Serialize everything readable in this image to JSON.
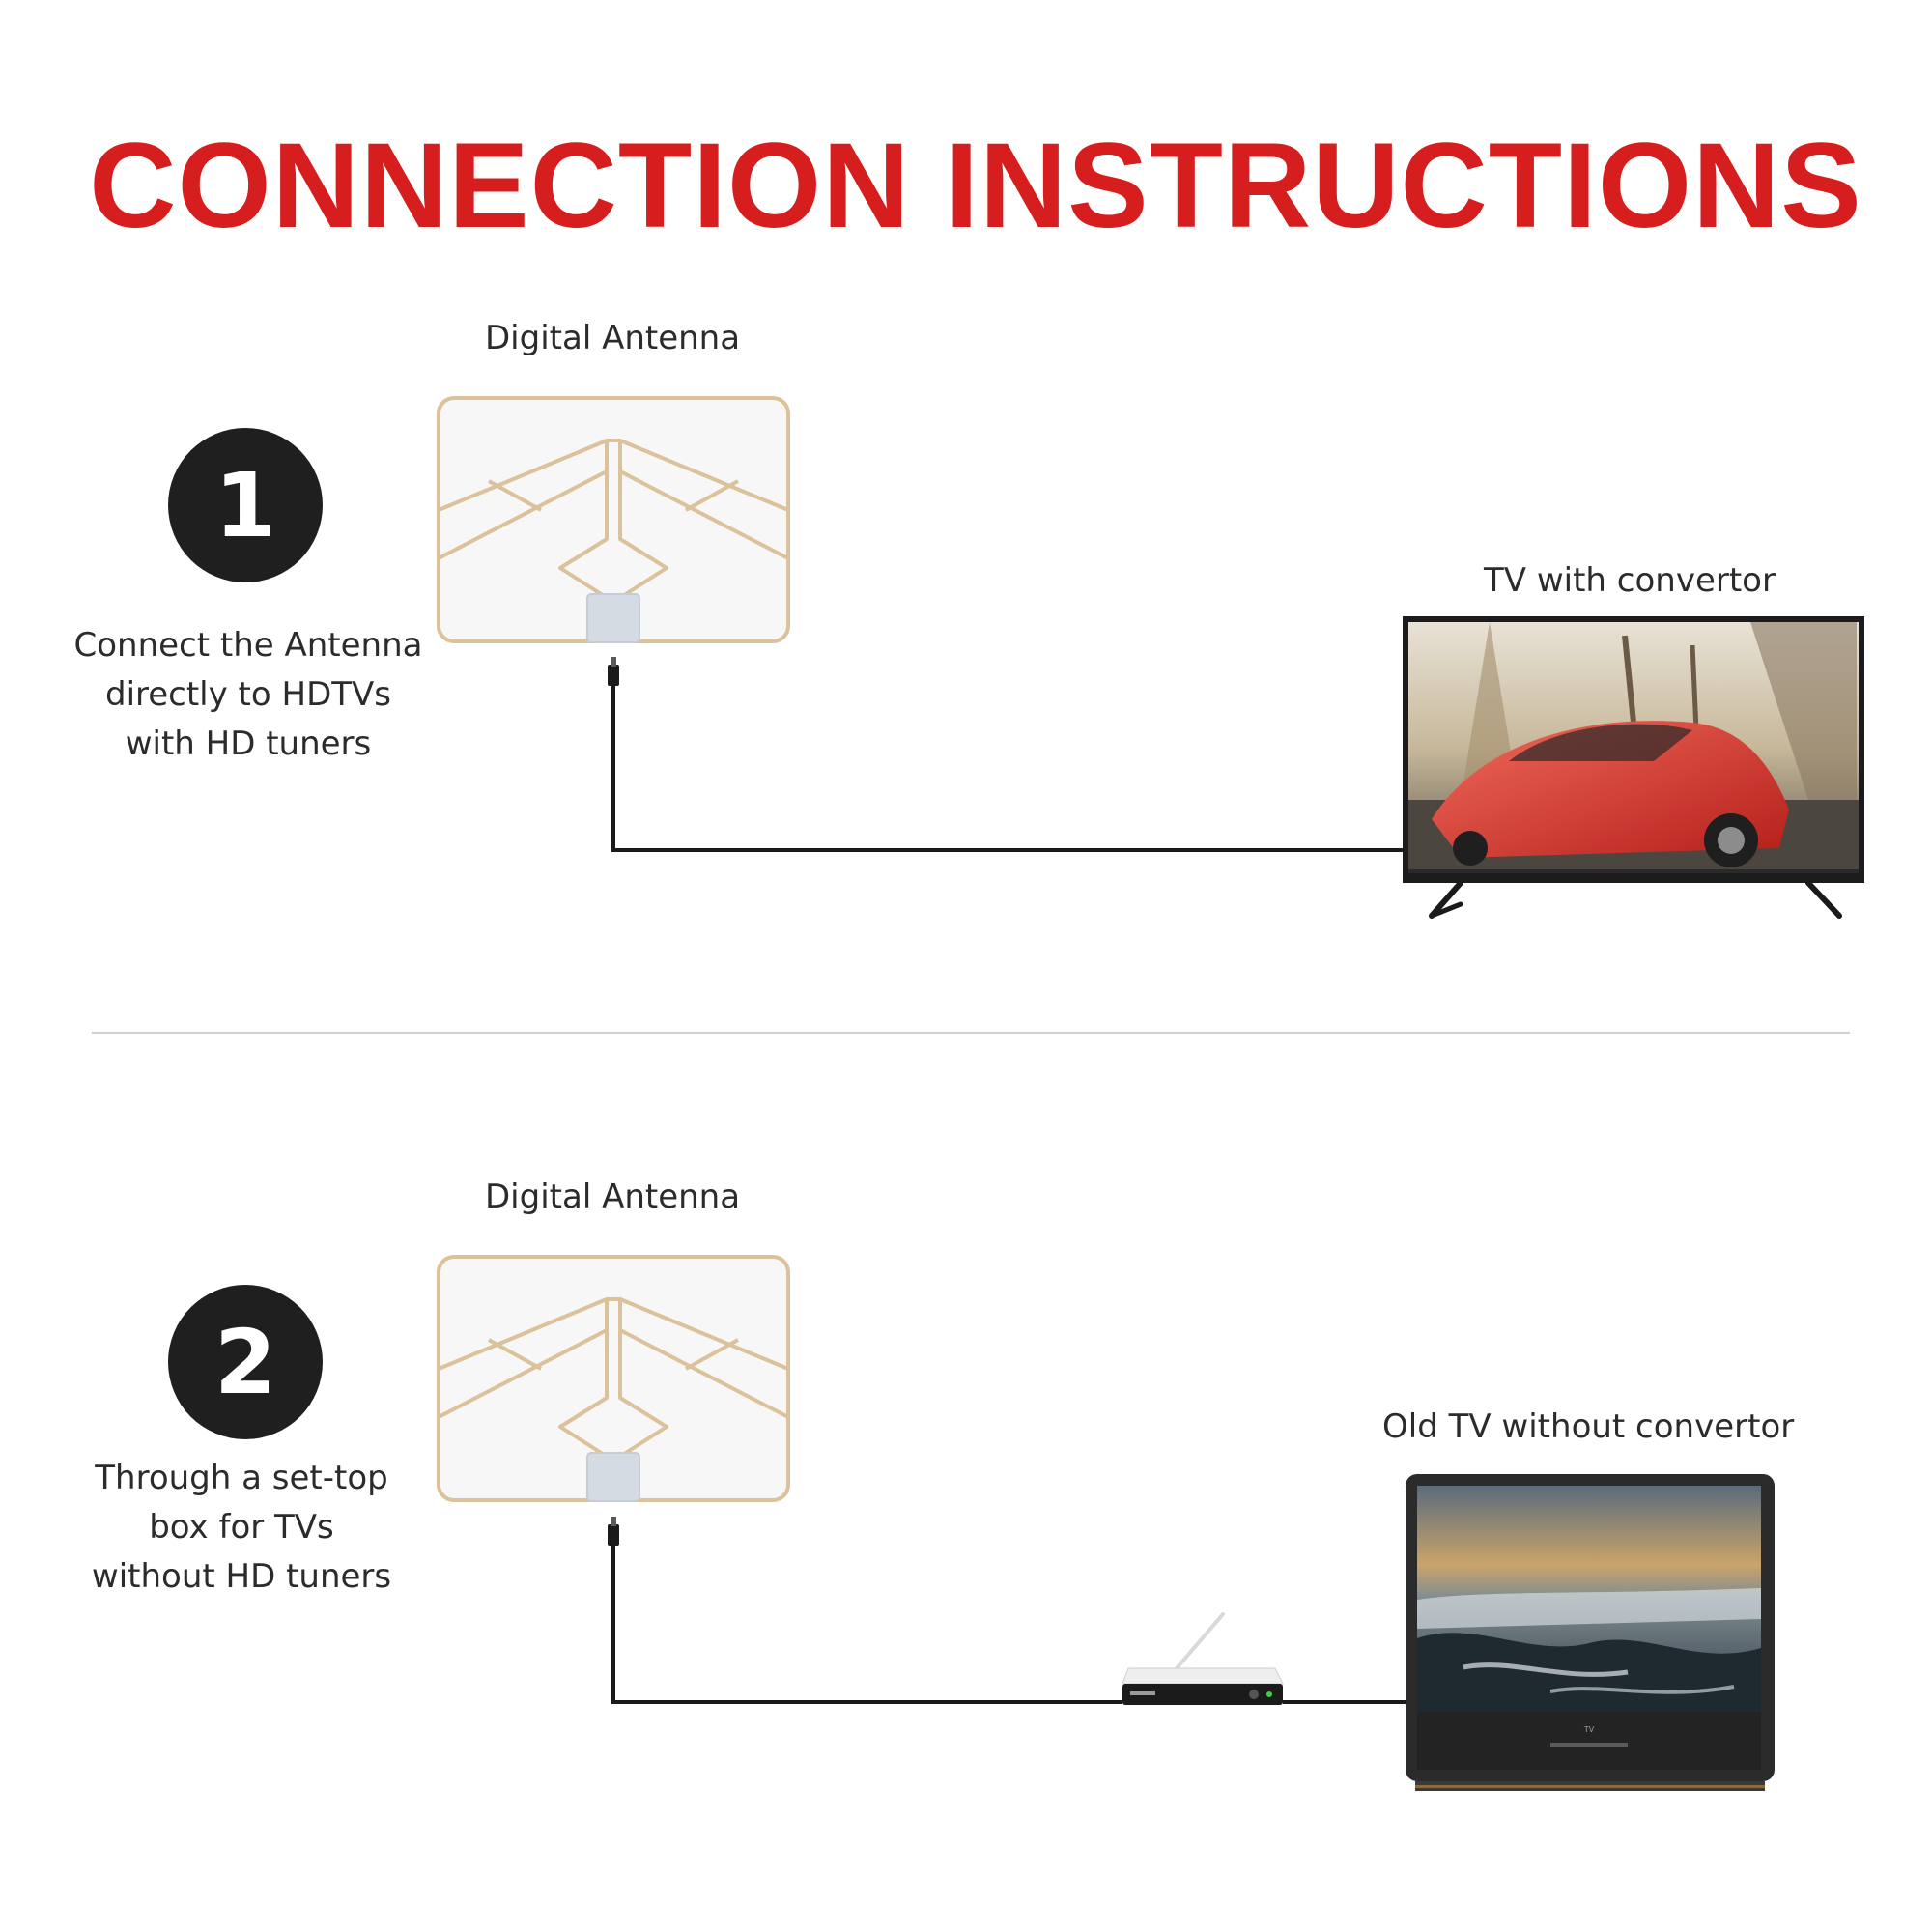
{
  "title": "CONNECTION INSTRUCTIONS",
  "steps": [
    {
      "number": "1",
      "antenna_label": "Digital Antenna",
      "description": [
        "Connect the Antenna",
        "directly to HDTVs",
        "with HD tuners"
      ],
      "tv_label": "TV with convertor"
    },
    {
      "number": "2",
      "antenna_label": "Digital Antenna",
      "description": [
        "Through a set-top",
        "box for TVs",
        "without HD tuners"
      ],
      "tv_label": "Old TV without convertor"
    }
  ],
  "colors": {
    "title": "#d61e1e",
    "circle": "#1f1f1f",
    "antenna_trace": "#dcc29a",
    "cable": "#1a1a1a"
  }
}
